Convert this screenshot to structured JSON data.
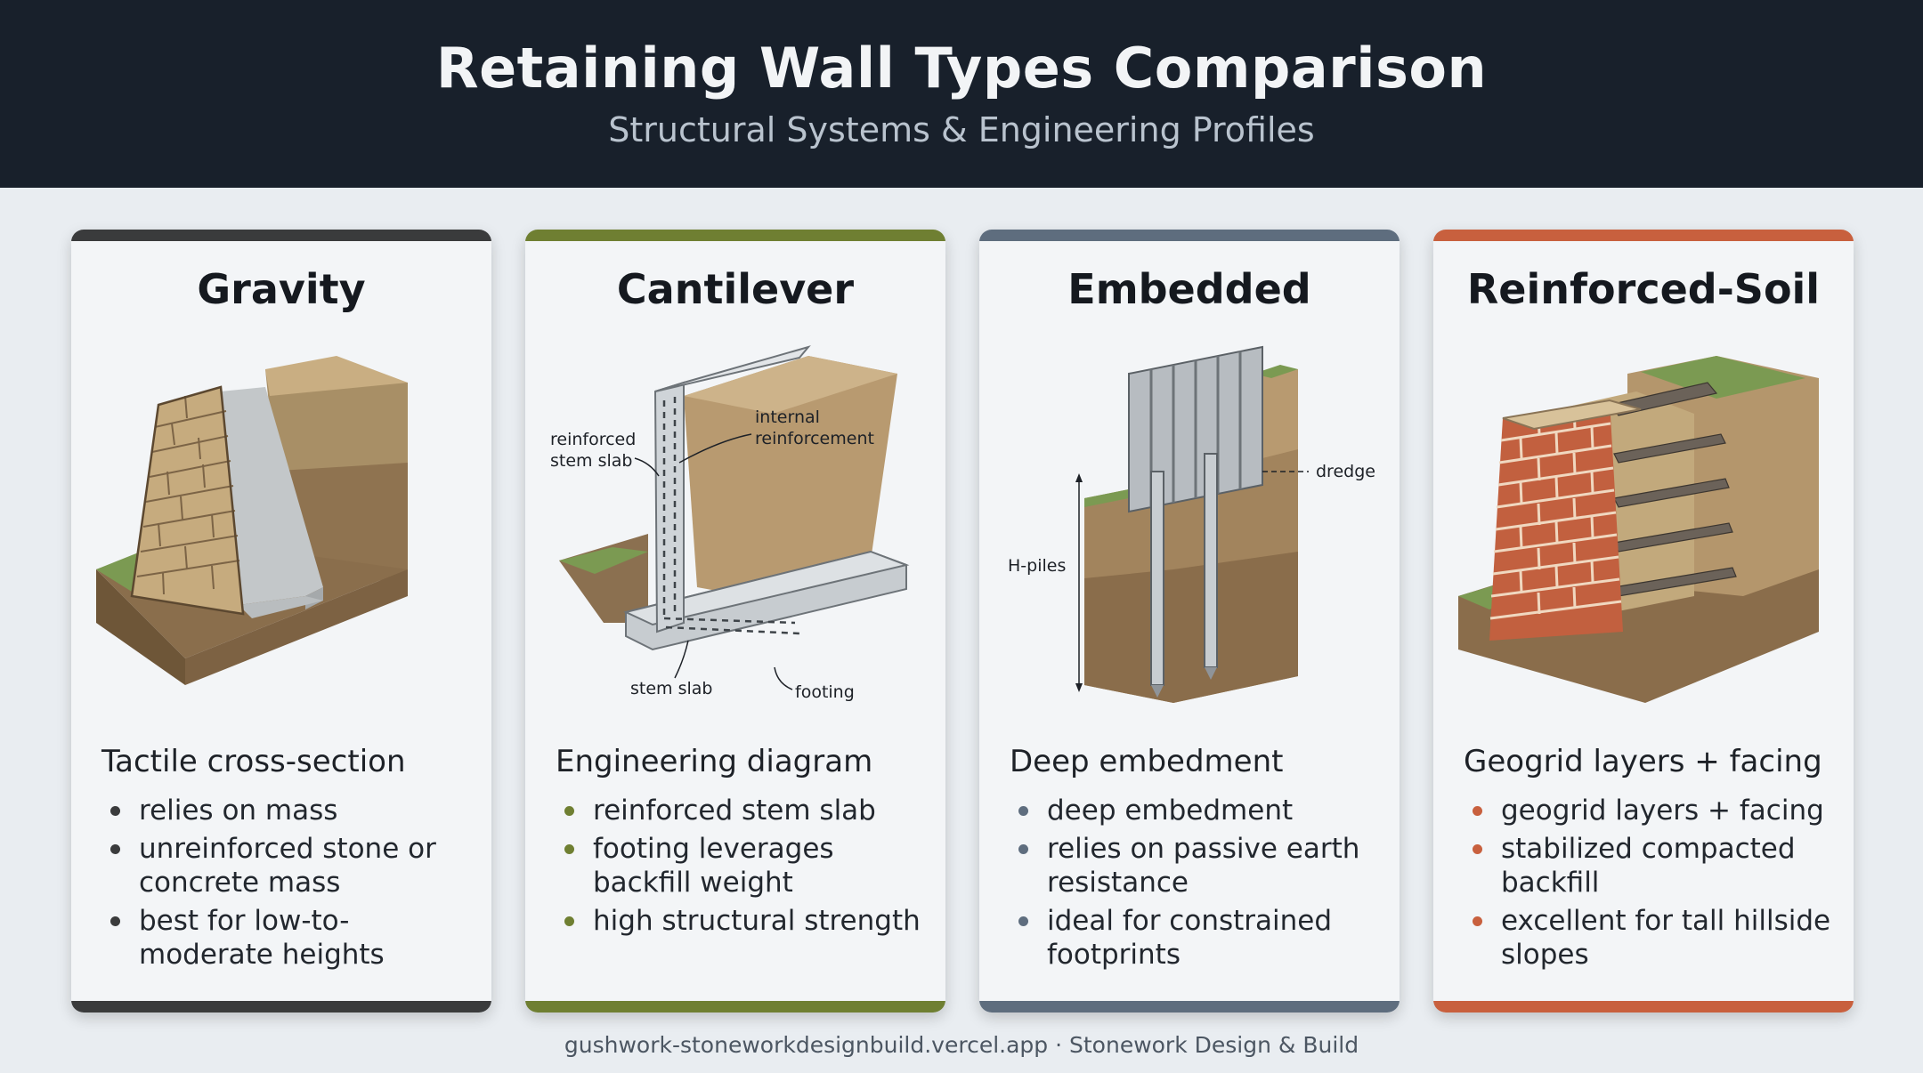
{
  "header": {
    "title": "Retaining Wall Types Comparison",
    "subtitle": "Structural Systems & Engineering Profiles"
  },
  "colors": {
    "header_bg": "#18202b",
    "gravity": "#3a3b3c",
    "cantilever": "#6f7f32",
    "embedded": "#5e6d7e",
    "reinforced_soil": "#c8603e"
  },
  "cards": [
    {
      "title": "Gravity",
      "subtitle": "Tactile cross-section",
      "bullets": [
        "relies on mass",
        "unreinforced stone or concrete mass",
        "best for low-to-moderate heights"
      ]
    },
    {
      "title": "Cantilever",
      "subtitle": "Engineering diagram",
      "bullets": [
        "reinforced stem slab",
        "footing leverages backfill weight",
        "high structural strength"
      ],
      "labels": {
        "reinforced_stem_1": "reinforced",
        "reinforced_stem_2": "stem slab",
        "internal_1": "internal",
        "internal_2": "reinforcement",
        "stem_slab": "stem slab",
        "footing": "footing"
      }
    },
    {
      "title": "Embedded",
      "subtitle": "Deep embedment",
      "bullets": [
        "deep embedment",
        "relies on passive earth resistance",
        "ideal for constrained footprints"
      ],
      "labels": {
        "dredge": "dredge",
        "h_piles": "H-piles"
      }
    },
    {
      "title": "Reinforced-Soil",
      "subtitle": "Geogrid layers + facing",
      "bullets": [
        "geogrid layers + facing",
        "stabilized compacted backfill",
        "excellent for tall hillside slopes"
      ]
    }
  ],
  "footer": "gushwork-stoneworkdesignbuild.vercel.app · Stonework Design & Build"
}
